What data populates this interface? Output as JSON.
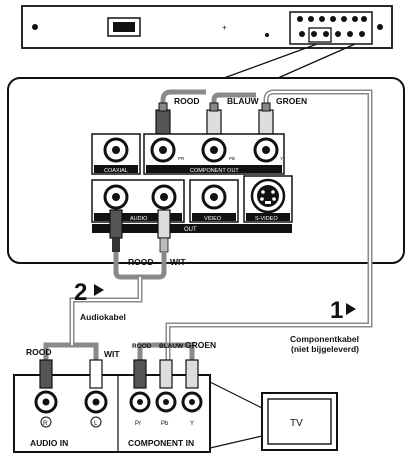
{
  "labels": {
    "cable_colors_top": {
      "red": "ROOD",
      "blue": "BLAUW",
      "green": "GROEN"
    },
    "component_out": "COMPONENT OUT",
    "coaxial": "COAXIAL",
    "pr_small": "PR",
    "pb_small": "PB",
    "y_small": "Y",
    "audio": "AUDIO",
    "video": "VIDEO",
    "svideo": "S-VIDEO",
    "out": "OUT",
    "audio_cable_colors": {
      "red": "ROOD",
      "white": "WIT"
    },
    "step2": "2",
    "step1": "1",
    "audiokabel": "Audiokabel",
    "componentkabel_line1": "Componentkabel",
    "componentkabel_line2": "(niet bijgeleverd)",
    "tv_audio_colors": {
      "red": "ROOD",
      "white": "WIT"
    },
    "tv_comp_colors": {
      "red": "ROOD",
      "blue": "BLAUW",
      "green": "GROEN"
    },
    "tv_r": "R",
    "tv_l": "L",
    "tv_pr": "Pr",
    "tv_pb": "Pb",
    "tv_y": "Y",
    "audio_in": "AUDIO IN",
    "component_in": "COMPONENT IN",
    "tv": "TV"
  },
  "colors": {
    "outline": "#1a1a1a",
    "cable_gray": "#8a8a8a",
    "panel_fill": "#ffffff",
    "jack_dark": "#333333"
  }
}
